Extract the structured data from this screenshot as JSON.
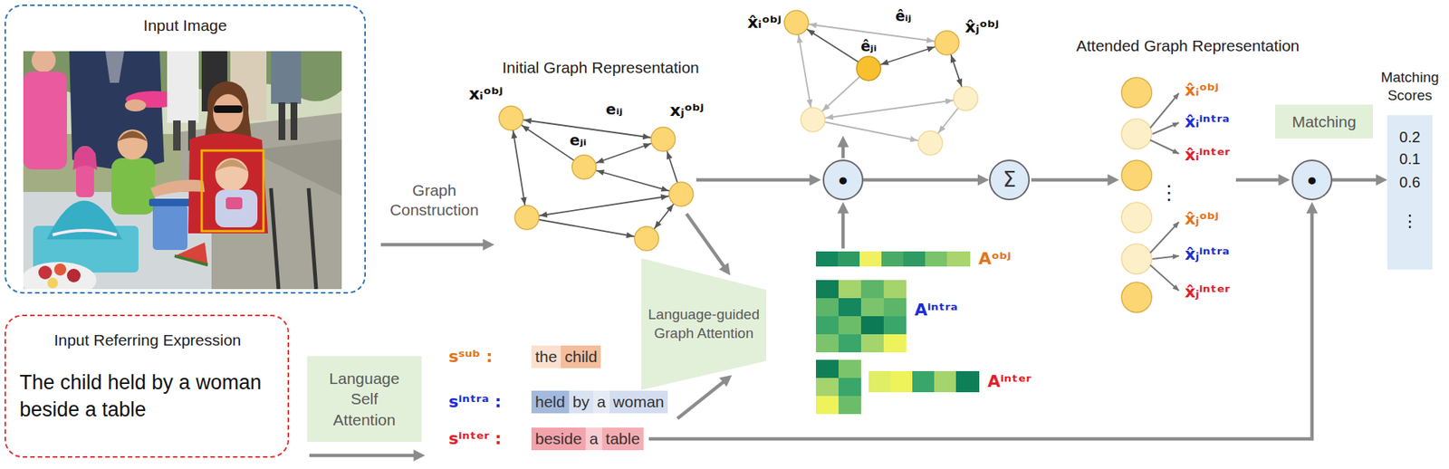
{
  "diagram": {
    "nodes": [
      {
        "text": [
          "Input Image"
        ]
      },
      {
        "text": [
          "Input Referring Expression",
          "The child held by a woman beside a table"
        ]
      },
      {
        "text": [
          "Language Self Attention"
        ]
      },
      {
        "text": [
          "Language-guided Graph Attention"
        ]
      },
      {
        "text": [
          "•"
        ]
      },
      {
        "text": [
          "Σ"
        ]
      },
      {
        "text": [
          "Matching"
        ]
      },
      {
        "text": [
          "•"
        ]
      },
      {
        "text": [
          "Matching Scores",
          "0.2",
          "0.1",
          "0.6",
          "⋮"
        ]
      }
    ],
    "edges": [
      {
        "from": 4,
        "to": 5,
        "arrow": "to"
      },
      {
        "from": 7,
        "to": 8,
        "arrow": "to"
      }
    ],
    "labels": [
      "Graph Construction",
      "Initial Graph Representation",
      "xᵢᵒᵇʲ",
      "eᵢⱼ",
      "eⱼᵢ",
      "xⱼᵒᵇʲ",
      "x̂ᵢᵒᵇʲ",
      "êᵢⱼ",
      "êⱼᵢ",
      "x̂ⱼᵒᵇʲ",
      "Attended Graph Representation",
      "x̂ᵢᵒᵇʲ",
      "x̂ᵢⁱⁿᵗʳᵃ",
      "x̂ᵢⁱⁿᵗᵉʳ",
      "⋮",
      "x̂ⱼᵒᵇʲ",
      "x̂ⱼⁱⁿᵗʳᵃ",
      "x̂ⱼⁱⁿᵗᵉʳ",
      "Aᵒᵇʲ",
      "Aⁱⁿᵗʳᵃ",
      "Aⁱⁿᵗᵉʳ",
      "sˢᵘᵇ :",
      "the",
      "child",
      "sⁱⁿᵗʳᵃ :",
      "held",
      "by",
      "a",
      "woman",
      "sⁱⁿᵗᵉʳ :",
      "beside",
      "a",
      "table"
    ]
  }
}
